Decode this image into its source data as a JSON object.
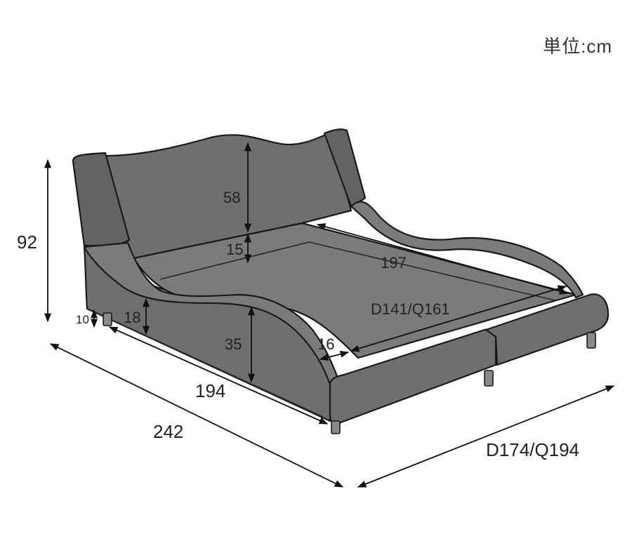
{
  "unit_label": "単位:cm",
  "dimensions": {
    "total_height": "92",
    "headboard_height": "58",
    "frame_gap": "15",
    "leg_height": "10",
    "side_rail_height": "18",
    "front_height": "35",
    "inner_length": "197",
    "inner_width": "D141/Q161",
    "arm_width": "16",
    "mattress_length": "194",
    "total_length": "242",
    "total_width": "D174/Q194"
  },
  "colors": {
    "upholstery": "#6f6f6f",
    "outline": "#1a1a1a",
    "dimension_lines": "#111111"
  }
}
